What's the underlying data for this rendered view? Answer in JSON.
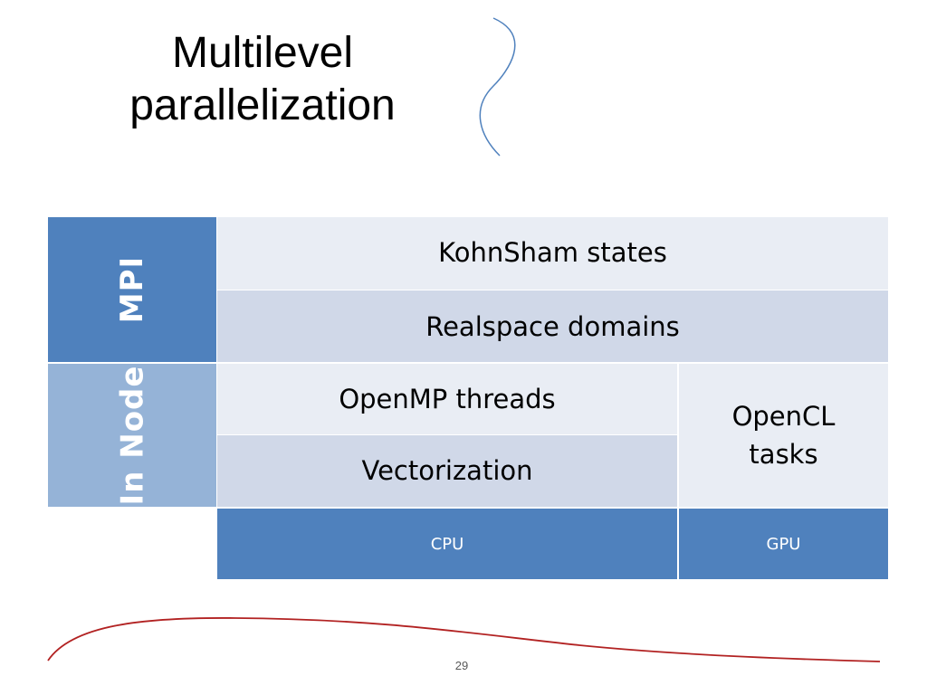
{
  "slide": {
    "title": "Multilevel parallelization",
    "page_number": "29"
  },
  "diagram": {
    "side_labels": {
      "mpi": "MPI",
      "in_node": "In Node"
    },
    "levels": {
      "kohnsham": "KohnSham states",
      "realspace": "Realspace domains",
      "openmp": "OpenMP threads",
      "vectorization": "Vectorization",
      "opencl": "OpenCL tasks"
    },
    "devices": {
      "cpu": "CPU",
      "gpu": "GPU"
    }
  },
  "colors": {
    "dark_blue": "#4f81bd",
    "light_blue": "#95b3d7",
    "pale_row": "#e9edf4",
    "pale_row_alt": "#d0d8e8",
    "swirl_blue": "#4f81bd",
    "swoosh_red": "#c0504d"
  }
}
